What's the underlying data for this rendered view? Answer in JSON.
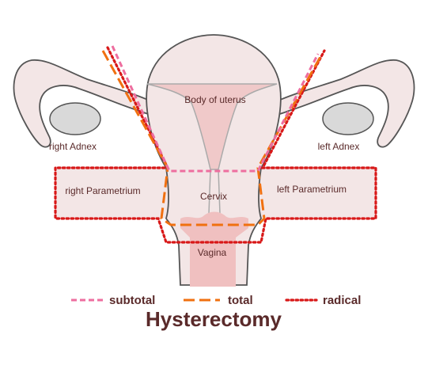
{
  "title": "Hysterectomy",
  "labels": {
    "body_of_uterus": "Body of uterus",
    "cervix": "Cervix",
    "vagina": "Vagina",
    "right_adnex": "right Adnex",
    "left_adnex": "left Adnex",
    "right_parametrium": "right Parametrium",
    "left_parametrium": "left Parametrium"
  },
  "legend": [
    {
      "label": "subtotal",
      "color": "#ee6e9f",
      "style": "short-dash"
    },
    {
      "label": "total",
      "color": "#f07010",
      "style": "long-dash"
    },
    {
      "label": "radical",
      "color": "#d81818",
      "style": "dotted"
    }
  ],
  "colors": {
    "tissue": "#f3e6e6",
    "tissue_dark": "#f0c9c9",
    "outline": "#555555",
    "ovary": "#d9d9d9",
    "text": "#5a2a2a"
  }
}
